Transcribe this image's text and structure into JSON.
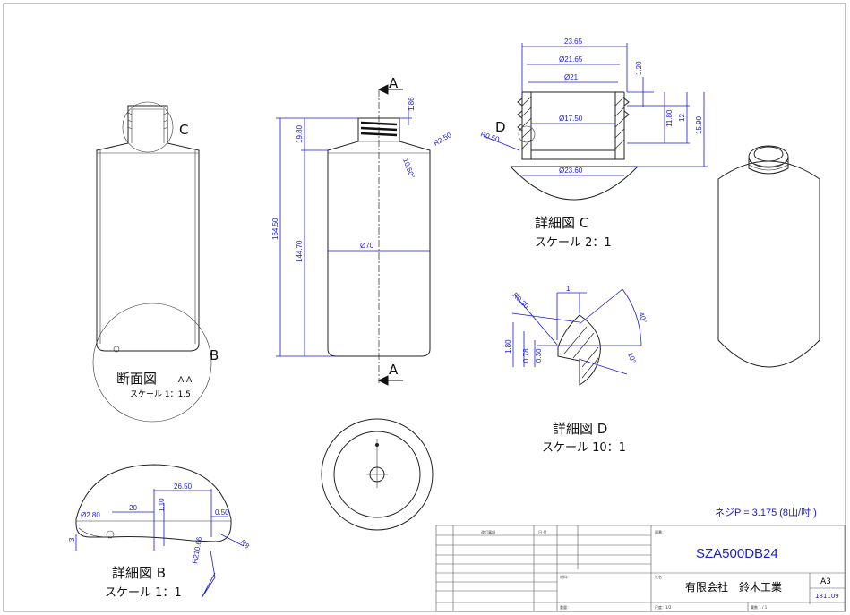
{
  "colors": {
    "dimension": "#1a1adc",
    "line": "#222222"
  },
  "views": {
    "section": {
      "label": "断面図",
      "sub": "A-A",
      "scale": "スケール 1：1.5",
      "marker_c": "C",
      "marker_b": "B"
    },
    "front": {
      "section_mark": "A",
      "dims": {
        "total_height": "164.50",
        "body_height": "144.70",
        "neck_height": "19.80",
        "thread_top": "1.86",
        "shoulder_radius": "R2.50",
        "shoulder_angle": "10.50°",
        "diameter": "Ø70"
      }
    },
    "detail_c": {
      "title": "詳細図 C",
      "scale": "スケール 2：1",
      "marker_d": "D",
      "dims": {
        "width": "23.65",
        "d1": "Ø21.65",
        "d2": "Ø21",
        "d3": "Ø17.50",
        "d4": "Ø23.60",
        "h1": "1.20",
        "h2": "11.80",
        "h3": "12",
        "h4": "15.90",
        "r": "R0.50"
      }
    },
    "detail_d": {
      "title": "詳細図 D",
      "scale": "スケール 10：1",
      "dims": {
        "w": "1",
        "r": "R0.30",
        "h1": "1.80",
        "h2": "0.78",
        "h3": "0.30",
        "a1": "40°",
        "a2": "10°"
      }
    },
    "detail_b": {
      "title": "詳細図 B",
      "scale": "スケール 1：1",
      "dims": {
        "w1": "26.50",
        "w2": "20",
        "d": "Ø2.80",
        "h1": "1.10",
        "h2": "0.50",
        "h3": "3",
        "r1": "R210.66",
        "r2": "R8"
      }
    }
  },
  "thread_note": "ネジP = 3.175 (8山/吋 )",
  "title_block": {
    "revision_header": "改訂事項",
    "date_header": "日 付",
    "drawing_no_label": "図番：",
    "drawing_no": "SZA500DB24",
    "material_label": "材料：",
    "company_label": "社名",
    "company": "有限会社　鈴木工業",
    "size": "A3",
    "date_code": "181109",
    "weight_label": "重量：",
    "scale_label": "尺度：1/2",
    "sheet_label": "葉数 1 / 1"
  }
}
